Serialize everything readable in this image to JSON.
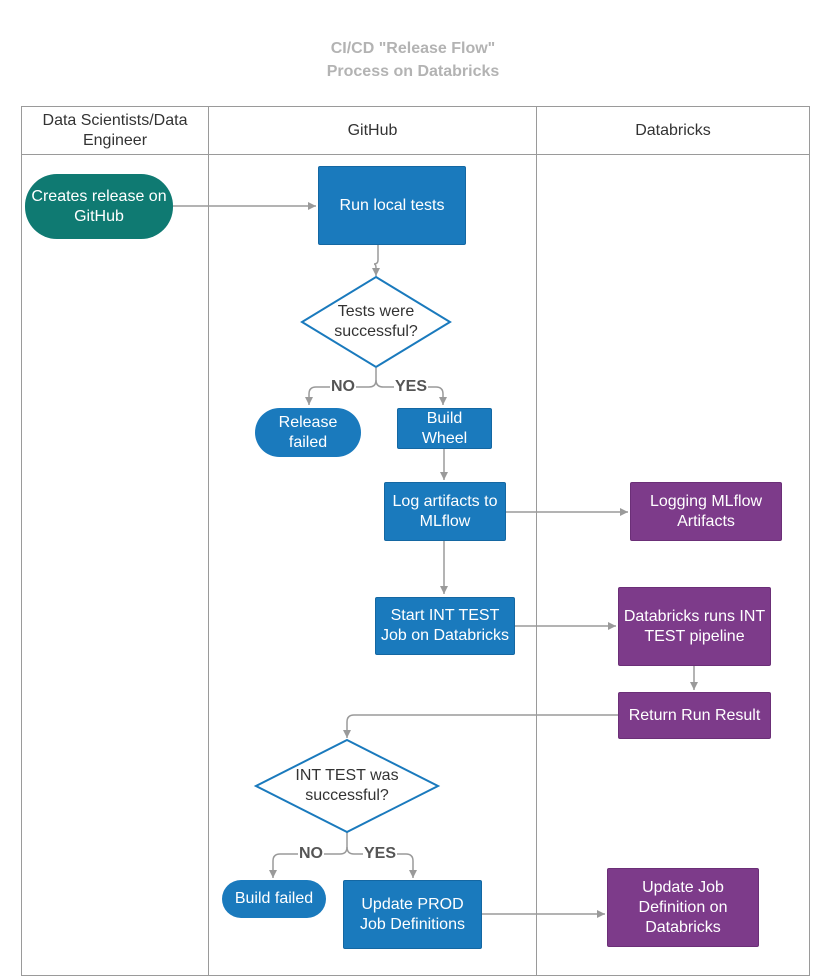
{
  "title": {
    "line1": "CI/CD  \"Release Flow\"",
    "line2": "Process on Databricks"
  },
  "lanes": [
    {
      "label": "Data Scientists/Data Engineer"
    },
    {
      "label": "GitHub"
    },
    {
      "label": "Databricks"
    }
  ],
  "nodes": {
    "creates_release": "Creates release on GitHub",
    "run_local_tests": "Run local tests",
    "tests_successful": "Tests were successful?",
    "release_failed": "Release failed",
    "build_wheel": "Build Wheel",
    "log_artifacts": "Log artifacts to MLflow",
    "logging_mlflow": "Logging MLflow Artifacts",
    "start_int_test": "Start INT TEST Job on Databricks",
    "databricks_runs": "Databricks runs INT TEST pipeline",
    "return_result": "Return Run Result",
    "int_test_successful": "INT TEST was successful?",
    "build_failed": "Build failed",
    "update_prod": "Update PROD Job Definitions",
    "update_job_def": "Update Job Definition on Databricks"
  },
  "edge_labels": {
    "no_1": "NO",
    "yes_1": "YES",
    "no_2": "NO",
    "yes_2": "YES"
  },
  "colors": {
    "blue": "#1a7abd",
    "purple": "#7d3b8a",
    "teal": "#0f7a72",
    "diamond_stroke": "#1a7abd",
    "connector": "#9a9a9a",
    "title": "#b3b3b3"
  }
}
